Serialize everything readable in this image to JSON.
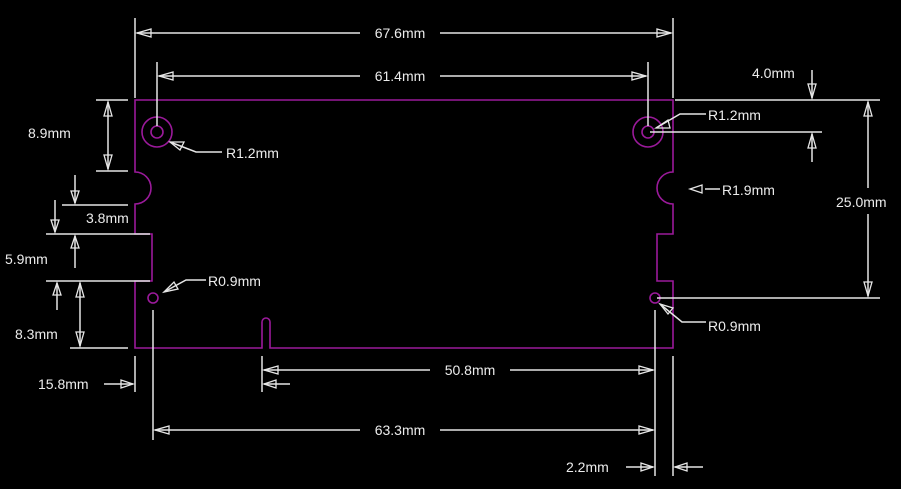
{
  "colors": {
    "background": "#000000",
    "outline": "#9b1a9b",
    "dimension": "#e6e6e6"
  },
  "dimensions": {
    "overall_width": "67.6mm",
    "hole_spacing_top": "61.4mm",
    "top_hole_offset": "4.0mm",
    "top_left_hole_radius": "R1.2mm",
    "top_right_hole_radius": "R1.2mm",
    "left_top_to_notch": "8.9mm",
    "notch_gap": "3.8mm",
    "right_notch_radius": "R1.9mm",
    "hole_vertical_spacing": "25.0mm",
    "rect_notch_height": "5.9mm",
    "bottom_left_hole_radius": "R0.9mm",
    "bottom_right_hole_radius": "R0.9mm",
    "bottom_notch_offset": "8.3mm",
    "slot_offset": "15.8mm",
    "slot_to_hole": "50.8mm",
    "bottom_hole_spacing": "63.3mm",
    "right_hole_offset": "2.2mm"
  }
}
